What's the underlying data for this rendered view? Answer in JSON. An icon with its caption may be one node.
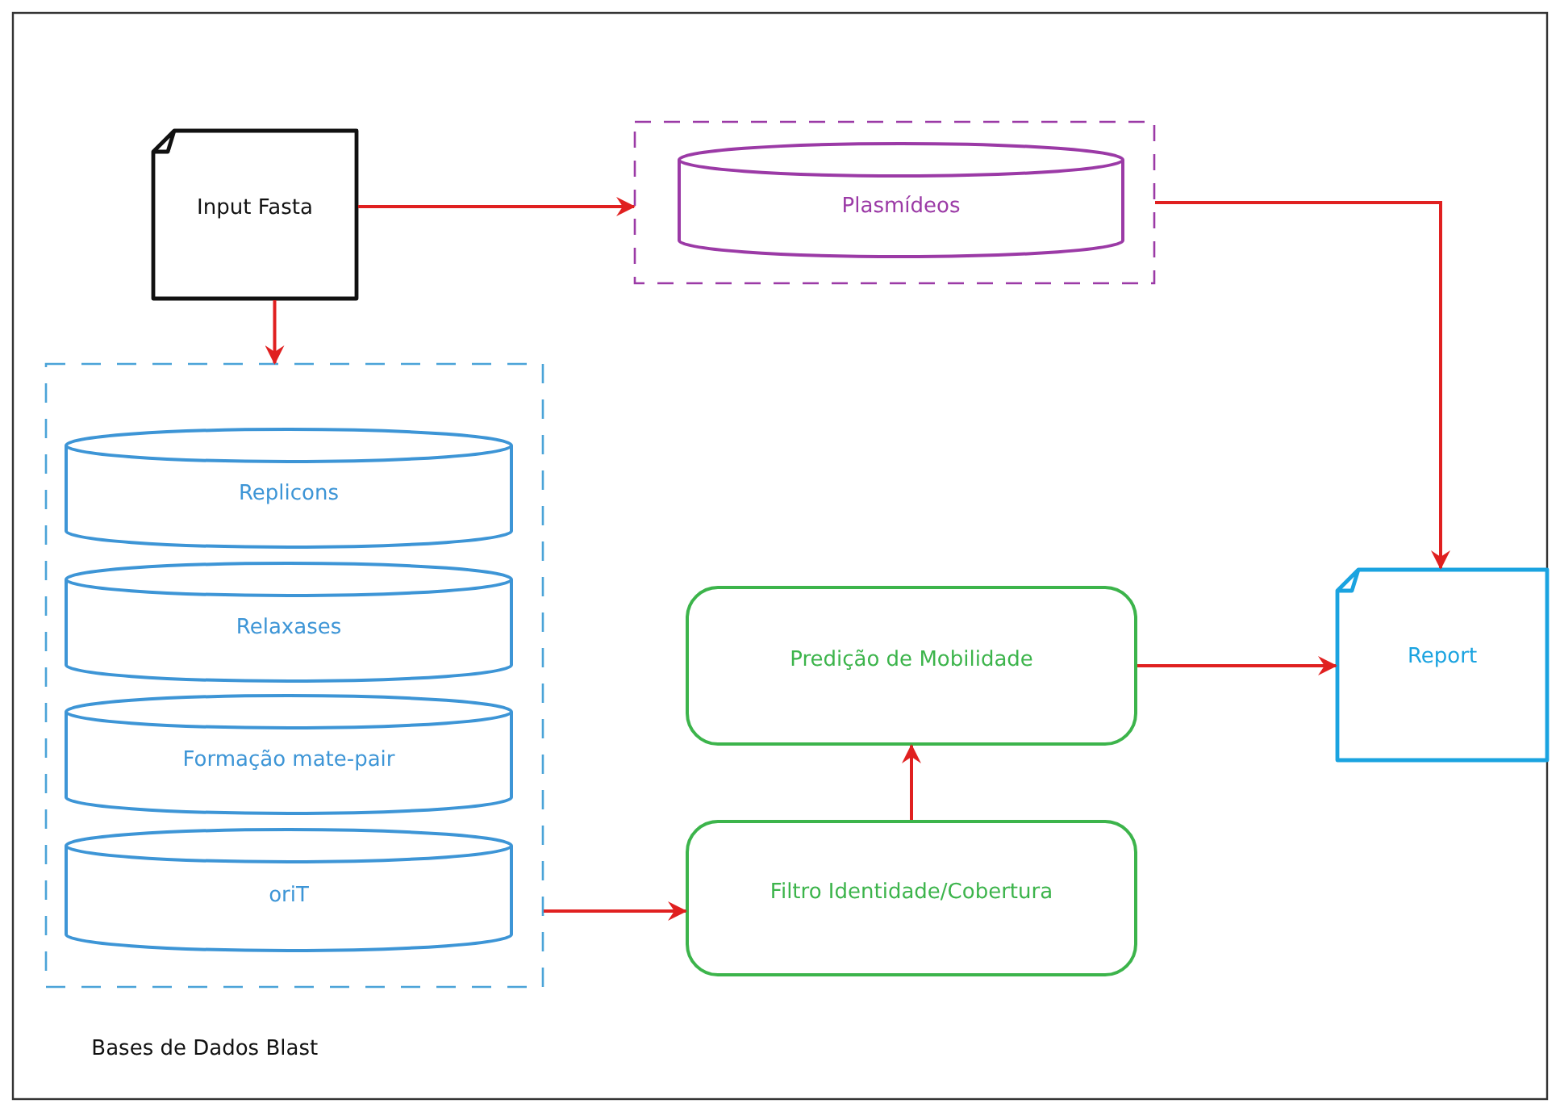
{
  "diagram": {
    "nodes": [
      {
        "text": [
          "Input Fasta"
        ]
      },
      {
        "text": [],
        "shape": "box"
      },
      {
        "text": [
          "Plasmídeos"
        ],
        "in": 1
      },
      {
        "text": [
          "Bases de Dados Blast"
        ]
      },
      {
        "text": [
          "Replicons"
        ],
        "in": 3
      },
      {
        "text": [
          "Relaxases"
        ],
        "in": 3
      },
      {
        "text": [
          "Formação mate-pair"
        ],
        "in": 3
      },
      {
        "text": [
          "oriT"
        ],
        "in": 3
      },
      {
        "text": [
          "Predição de Mobilidade"
        ]
      },
      {
        "text": [
          "Filtro Identidade/Cobertura"
        ]
      },
      {
        "text": [
          "Report"
        ]
      }
    ],
    "edges": [
      {
        "from": 0,
        "to": 1,
        "arrow": "to"
      },
      {
        "from": 0,
        "to": 3,
        "arrow": "to"
      },
      {
        "from": 1,
        "to": 10,
        "arrow": "to"
      },
      {
        "from": 3,
        "to": 9,
        "arrow": "to"
      },
      {
        "from": 9,
        "to": 8,
        "arrow": "to"
      },
      {
        "from": 8,
        "to": 10,
        "arrow": "to"
      }
    ]
  }
}
